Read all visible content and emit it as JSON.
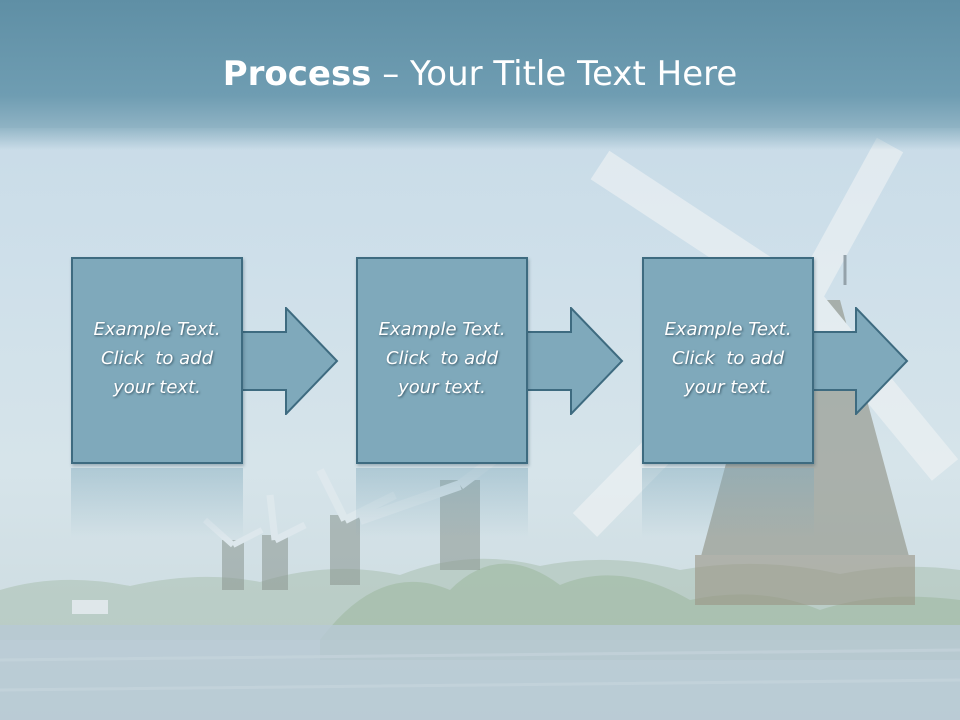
{
  "slide": {
    "title_strong": "Process",
    "title_rest": " – Your Title Text Here"
  },
  "steps": [
    {
      "line1": "Example Text.",
      "line2": "Click  to add",
      "line3": "your text."
    },
    {
      "line1": "Example Text.",
      "line2": "Click  to add",
      "line3": "your text."
    },
    {
      "line1": "Example Text.",
      "line2": "Click  to add",
      "line3": "your text."
    }
  ],
  "colors": {
    "title_bar": "#6f9db2",
    "box_fill": "#7fa9bb",
    "box_border": "#3e6b80",
    "text": "#ffffff"
  }
}
